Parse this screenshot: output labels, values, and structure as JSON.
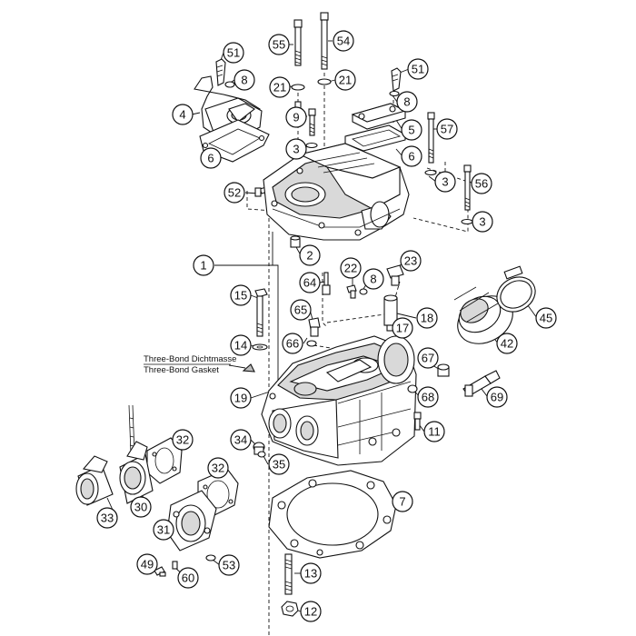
{
  "diagram": {
    "note_lines": [
      "Three-Bond Dichtmasse",
      "Three-Bond Gasket"
    ],
    "colors": {
      "line": "#111111",
      "shade": "#d9d9d9",
      "background": "#ffffff"
    },
    "callouts": [
      {
        "id": "c55",
        "label": "55"
      },
      {
        "id": "c54",
        "label": "54"
      },
      {
        "id": "c51a",
        "label": "51"
      },
      {
        "id": "c8a",
        "label": "8"
      },
      {
        "id": "c21a",
        "label": "21"
      },
      {
        "id": "c21b",
        "label": "21"
      },
      {
        "id": "c51b",
        "label": "51"
      },
      {
        "id": "c4",
        "label": "4"
      },
      {
        "id": "c9",
        "label": "9"
      },
      {
        "id": "c8b",
        "label": "8"
      },
      {
        "id": "c5",
        "label": "5"
      },
      {
        "id": "c57",
        "label": "57"
      },
      {
        "id": "c3a",
        "label": "3"
      },
      {
        "id": "c6a",
        "label": "6"
      },
      {
        "id": "c6b",
        "label": "6"
      },
      {
        "id": "c3b",
        "label": "3"
      },
      {
        "id": "c56",
        "label": "56"
      },
      {
        "id": "c52",
        "label": "52"
      },
      {
        "id": "c3c",
        "label": "3"
      },
      {
        "id": "c2",
        "label": "2"
      },
      {
        "id": "c1",
        "label": "1"
      },
      {
        "id": "c23",
        "label": "23"
      },
      {
        "id": "c64",
        "label": "64"
      },
      {
        "id": "c22",
        "label": "22"
      },
      {
        "id": "c8c",
        "label": "8"
      },
      {
        "id": "c15",
        "label": "15"
      },
      {
        "id": "c65",
        "label": "65"
      },
      {
        "id": "c18",
        "label": "18"
      },
      {
        "id": "c17",
        "label": "17"
      },
      {
        "id": "c45",
        "label": "45"
      },
      {
        "id": "c66",
        "label": "66"
      },
      {
        "id": "c14",
        "label": "14"
      },
      {
        "id": "c42",
        "label": "42"
      },
      {
        "id": "c67",
        "label": "67"
      },
      {
        "id": "c19",
        "label": "19"
      },
      {
        "id": "c68",
        "label": "68"
      },
      {
        "id": "c69",
        "label": "69"
      },
      {
        "id": "c11",
        "label": "11"
      },
      {
        "id": "c32a",
        "label": "32"
      },
      {
        "id": "c34",
        "label": "34"
      },
      {
        "id": "c35",
        "label": "35"
      },
      {
        "id": "c32b",
        "label": "32"
      },
      {
        "id": "c7",
        "label": "7"
      },
      {
        "id": "c30",
        "label": "30"
      },
      {
        "id": "c33",
        "label": "33"
      },
      {
        "id": "c31",
        "label": "31"
      },
      {
        "id": "c49",
        "label": "49"
      },
      {
        "id": "c53",
        "label": "53"
      },
      {
        "id": "c60",
        "label": "60"
      },
      {
        "id": "c13",
        "label": "13"
      },
      {
        "id": "c12",
        "label": "12"
      }
    ]
  }
}
